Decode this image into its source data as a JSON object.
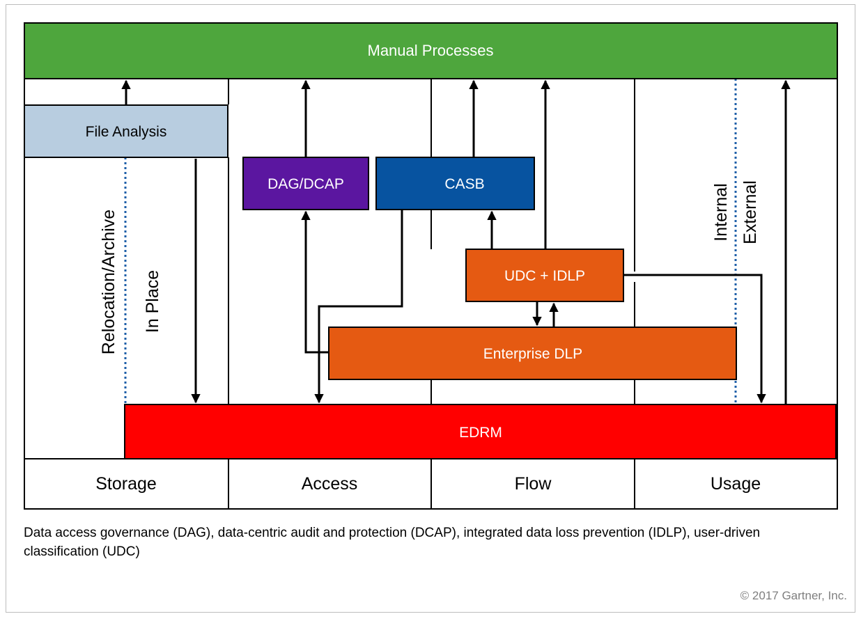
{
  "diagram": {
    "top_bar": "Manual Processes",
    "boxes": {
      "file_analysis": "File Analysis",
      "dag_dcap": "DAG/DCAP",
      "casb": "CASB",
      "udc_idlp": "UDC + IDLP",
      "enterprise_dlp": "Enterprise DLP",
      "edrm": "EDRM"
    },
    "rotated_labels": {
      "relocation_archive": "Relocation/Archive",
      "in_place": "In Place",
      "internal": "Internal",
      "external": "External"
    },
    "columns": [
      "Storage",
      "Access",
      "Flow",
      "Usage"
    ],
    "colors": {
      "manual_processes": "#4ea63d",
      "file_analysis": "#b8cde0",
      "dag_dcap": "#5b16a0",
      "casb": "#0753a0",
      "udc_idlp": "#e55a12",
      "enterprise_dlp": "#e55a12",
      "edrm": "#ff0000",
      "dotted_divider": "#1f5fa8"
    }
  },
  "caption": "Data access governance (DAG), data-centric audit and protection (DCAP), integrated data loss prevention (IDLP), user-driven classification (UDC)",
  "copyright": "© 2017 Gartner, Inc."
}
